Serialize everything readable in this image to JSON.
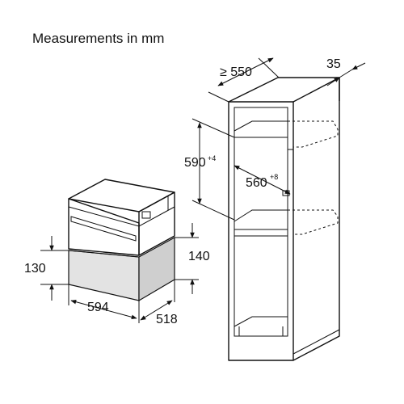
{
  "heading": "Measurements in mm",
  "dimensions": {
    "cabinet_depth": "≥ 550",
    "cabinet_rear_gap": "35",
    "niche_height": "590",
    "niche_height_tol": "+4",
    "niche_width": "560",
    "niche_width_tol": "+8",
    "drawer_front_height": "130",
    "drawer_body_height": "140",
    "appliance_width": "594",
    "appliance_depth": "518"
  },
  "colors": {
    "line": "#111111",
    "drawer_fill": "#e3e3e3",
    "drawer_shade": "#cfcfcf"
  }
}
